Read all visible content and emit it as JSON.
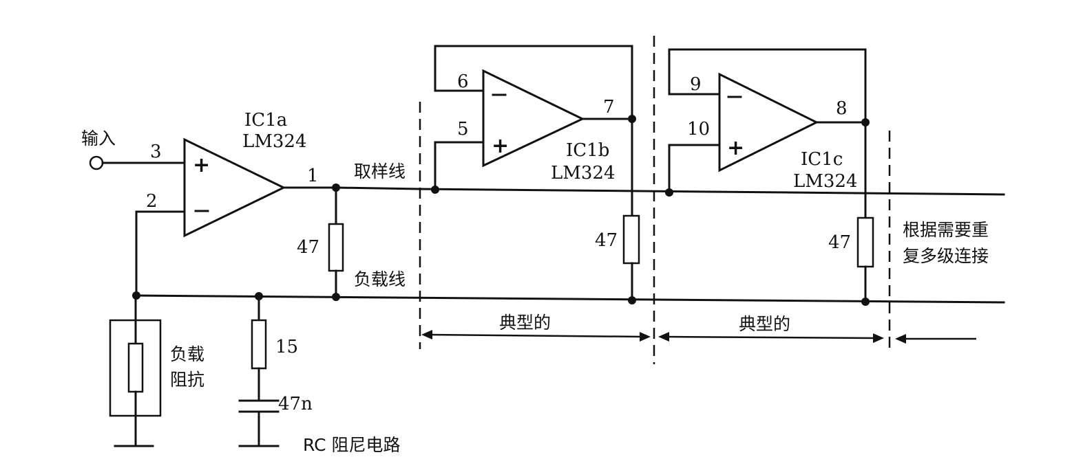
{
  "input_label": "输入",
  "pins": {
    "p1": "1",
    "p2": "2",
    "p3": "3",
    "p5": "5",
    "p6": "6",
    "p7": "7",
    "p8": "8",
    "p9": "9",
    "p10": "10"
  },
  "ic1a": {
    "name": "IC1a",
    "part": "LM324"
  },
  "ic1b": {
    "name": "IC1b",
    "part": "LM324"
  },
  "ic1c": {
    "name": "IC1c",
    "part": "LM324"
  },
  "sampling_line": "取样线",
  "load_line": "负载线",
  "resistor_47": "47",
  "resistor_15": "15",
  "capacitor_47n": "47n",
  "load_impedance": {
    "line1": "负载",
    "line2": "阻抗"
  },
  "rc_snubber": "RC 阻尼电路",
  "repeat_note": {
    "line1": "根据需要重",
    "line2": "复多级连接"
  },
  "typical_section": "典型的"
}
